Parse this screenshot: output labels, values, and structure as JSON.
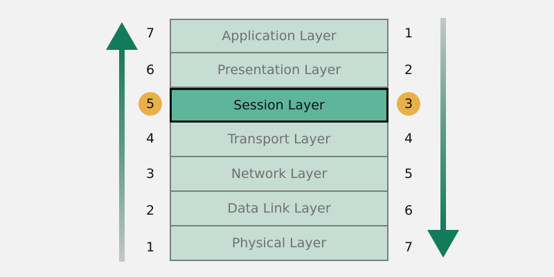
{
  "layers": [
    "Application Layer",
    "Presentation Layer",
    "Session Layer",
    "Transport Layer",
    "Network Layer",
    "Data Link Layer",
    "Physical Layer"
  ],
  "highlighted_layer": "Session Layer",
  "left_numbers": [
    "7",
    "6",
    "5",
    "4",
    "3",
    "2",
    "1"
  ],
  "right_numbers": [
    "1",
    "2",
    "3",
    "4",
    "5",
    "6",
    "7"
  ],
  "left_arrow": {
    "direction": "up",
    "icon": "arrow-up-icon"
  },
  "right_arrow": {
    "direction": "down",
    "icon": "arrow-down-icon"
  },
  "colors": {
    "background": "#f2f2f2",
    "layer_fill": "#c5ddd3",
    "highlight_fill": "#5fb59a",
    "arrow": "#137a5a",
    "badge": "#e8b04a"
  }
}
